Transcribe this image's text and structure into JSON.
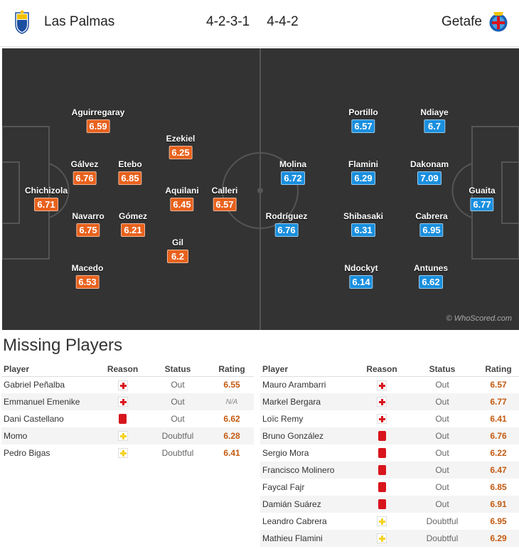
{
  "header": {
    "home_team": "Las Palmas",
    "away_team": "Getafe",
    "home_formation": "4-2-3-1",
    "away_formation": "4-4-2"
  },
  "pitch": {
    "watermark": "© WhoScored.com",
    "home_players": [
      {
        "name": "Chichizola",
        "rating": "6.71"
      },
      {
        "name": "Aguirregaray",
        "rating": "6.59"
      },
      {
        "name": "Gálvez",
        "rating": "6.76"
      },
      {
        "name": "Navarro",
        "rating": "6.75"
      },
      {
        "name": "Macedo",
        "rating": "6.53"
      },
      {
        "name": "Etebo",
        "rating": "6.85"
      },
      {
        "name": "Gómez",
        "rating": "6.21"
      },
      {
        "name": "Ezekiel",
        "rating": "6.25"
      },
      {
        "name": "Aquilani",
        "rating": "6.45"
      },
      {
        "name": "Gil",
        "rating": "6.2"
      },
      {
        "name": "Calleri",
        "rating": "6.57"
      }
    ],
    "away_players": [
      {
        "name": "Molina",
        "rating": "6.72"
      },
      {
        "name": "Rodríguez",
        "rating": "6.76"
      },
      {
        "name": "Portillo",
        "rating": "6.57"
      },
      {
        "name": "Flamini",
        "rating": "6.29"
      },
      {
        "name": "Shibasaki",
        "rating": "6.31"
      },
      {
        "name": "Ndockyt",
        "rating": "6.14"
      },
      {
        "name": "Ndiaye",
        "rating": "6.7"
      },
      {
        "name": "Dakonam",
        "rating": "7.09"
      },
      {
        "name": "Cabrera",
        "rating": "6.95"
      },
      {
        "name": "Antunes",
        "rating": "6.62"
      },
      {
        "name": "Guaita",
        "rating": "6.77"
      }
    ]
  },
  "missing": {
    "title": "Missing Players",
    "columns": {
      "player": "Player",
      "reason": "Reason",
      "status": "Status",
      "rating": "Rating"
    },
    "home": [
      {
        "player": "Gabriel Peñalba",
        "reason": "injury-icon",
        "status": "Out",
        "rating": "6.55"
      },
      {
        "player": "Emmanuel Emenike",
        "reason": "injury-icon",
        "status": "Out",
        "rating": "N/A"
      },
      {
        "player": "Dani Castellano",
        "reason": "red-card-icon",
        "status": "Out",
        "rating": "6.62"
      },
      {
        "player": "Momo",
        "reason": "doubtful-icon",
        "status": "Doubtful",
        "rating": "6.28"
      },
      {
        "player": "Pedro Bigas",
        "reason": "doubtful-icon",
        "status": "Doubtful",
        "rating": "6.41"
      }
    ],
    "away": [
      {
        "player": "Mauro Arambarri",
        "reason": "injury-icon",
        "status": "Out",
        "rating": "6.57"
      },
      {
        "player": "Markel Bergara",
        "reason": "injury-icon",
        "status": "Out",
        "rating": "6.77"
      },
      {
        "player": "Loïc Remy",
        "reason": "injury-icon",
        "status": "Out",
        "rating": "6.41"
      },
      {
        "player": "Bruno González",
        "reason": "red-card-icon",
        "status": "Out",
        "rating": "6.76"
      },
      {
        "player": "Sergio Mora",
        "reason": "red-card-icon",
        "status": "Out",
        "rating": "6.22"
      },
      {
        "player": "Francisco Molinero",
        "reason": "red-card-icon",
        "status": "Out",
        "rating": "6.47"
      },
      {
        "player": "Faycal Fajr",
        "reason": "red-card-icon",
        "status": "Out",
        "rating": "6.85"
      },
      {
        "player": "Damián Suárez",
        "reason": "red-card-icon",
        "status": "Out",
        "rating": "6.91"
      },
      {
        "player": "Leandro Cabrera",
        "reason": "doubtful-icon",
        "status": "Doubtful",
        "rating": "6.95"
      },
      {
        "player": "Mathieu Flamini",
        "reason": "doubtful-icon",
        "status": "Doubtful",
        "rating": "6.29"
      }
    ]
  },
  "colors": {
    "home_rating": "#e8621d",
    "away_rating": "#1a8fde",
    "pitch": "#333333",
    "rating_text": "#c55a11"
  }
}
